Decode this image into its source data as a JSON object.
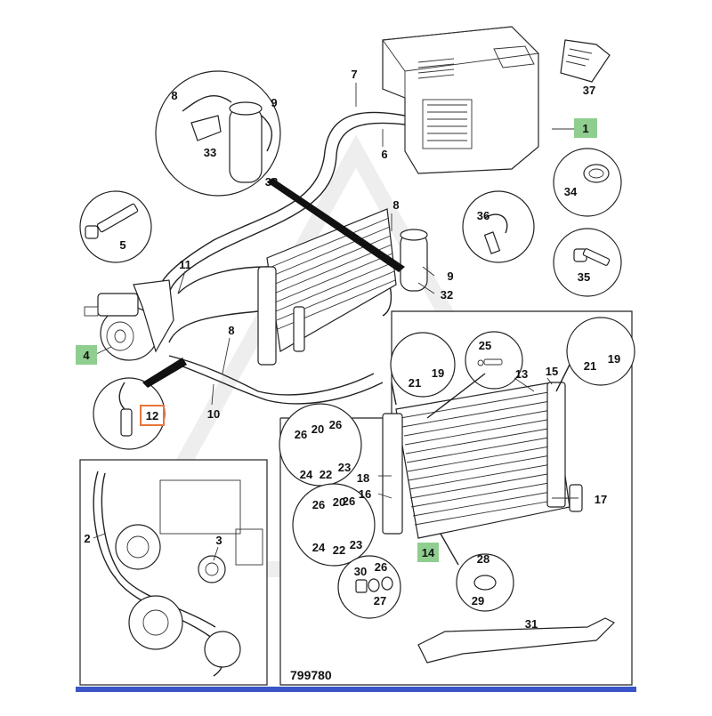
{
  "diagram": {
    "reference_number": "799780",
    "callouts": [
      {
        "id": "c1",
        "label": "1",
        "highlight": "green"
      },
      {
        "id": "c4",
        "label": "4",
        "highlight": "green"
      },
      {
        "id": "c12",
        "label": "12",
        "highlight": "orange-box"
      },
      {
        "id": "c14",
        "label": "14",
        "highlight": "green"
      },
      {
        "id": "c2",
        "label": "2"
      },
      {
        "id": "c3",
        "label": "3"
      },
      {
        "id": "c5",
        "label": "5"
      },
      {
        "id": "c6",
        "label": "6"
      },
      {
        "id": "c7",
        "label": "7"
      },
      {
        "id": "c8a",
        "label": "8"
      },
      {
        "id": "c8b",
        "label": "8"
      },
      {
        "id": "c8c",
        "label": "8"
      },
      {
        "id": "c9a",
        "label": "9"
      },
      {
        "id": "c9b",
        "label": "9"
      },
      {
        "id": "c10",
        "label": "10"
      },
      {
        "id": "c11",
        "label": "11"
      },
      {
        "id": "c13",
        "label": "13"
      },
      {
        "id": "c15",
        "label": "15"
      },
      {
        "id": "c16",
        "label": "16"
      },
      {
        "id": "c17",
        "label": "17"
      },
      {
        "id": "c18",
        "label": "18"
      },
      {
        "id": "c19a",
        "label": "19"
      },
      {
        "id": "c19b",
        "label": "19"
      },
      {
        "id": "c20a",
        "label": "20"
      },
      {
        "id": "c20b",
        "label": "20"
      },
      {
        "id": "c21a",
        "label": "21"
      },
      {
        "id": "c21b",
        "label": "21"
      },
      {
        "id": "c22a",
        "label": "22"
      },
      {
        "id": "c22b",
        "label": "22"
      },
      {
        "id": "c23a",
        "label": "23"
      },
      {
        "id": "c23b",
        "label": "23"
      },
      {
        "id": "c24a",
        "label": "24"
      },
      {
        "id": "c24b",
        "label": "24"
      },
      {
        "id": "c25",
        "label": "25"
      },
      {
        "id": "c26a",
        "label": "26"
      },
      {
        "id": "c26b",
        "label": "26"
      },
      {
        "id": "c26c",
        "label": "26"
      },
      {
        "id": "c26d",
        "label": "26"
      },
      {
        "id": "c26e",
        "label": "26"
      },
      {
        "id": "c27",
        "label": "27"
      },
      {
        "id": "c28",
        "label": "28"
      },
      {
        "id": "c29",
        "label": "29"
      },
      {
        "id": "c30",
        "label": "30"
      },
      {
        "id": "c31",
        "label": "31"
      },
      {
        "id": "c32a",
        "label": "32"
      },
      {
        "id": "c32b",
        "label": "32"
      },
      {
        "id": "c33",
        "label": "33"
      },
      {
        "id": "c34",
        "label": "34"
      },
      {
        "id": "c35",
        "label": "35"
      },
      {
        "id": "c36",
        "label": "36"
      },
      {
        "id": "c37",
        "label": "37"
      }
    ]
  },
  "colors": {
    "green_highlight": "#8fce8f",
    "orange_box": "#e8743b",
    "line": "#222222",
    "bottom_bar": "#3a55c8"
  }
}
